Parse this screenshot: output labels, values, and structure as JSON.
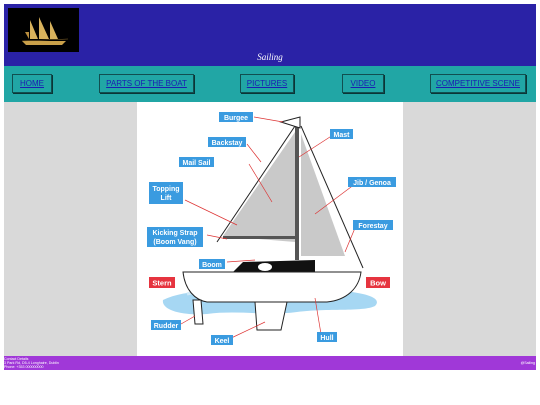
{
  "header": {
    "title": "Sailing"
  },
  "nav": {
    "items": [
      "HOME",
      "PARTS OF THE BOAT",
      "PICTURES",
      "VIDEO",
      "COMPETITIVE SCENE"
    ]
  },
  "diagram": {
    "labels": {
      "burgee": "Burgee",
      "mast": "Mast",
      "backstay": "Backstay",
      "mainsail": "Mail Sail",
      "jib_line1": "Jib / Genoa",
      "topping_line1": "Topping",
      "topping_line2": "Lift",
      "forestay": "Forestay",
      "kicking_line1": "Kicking Strap",
      "kicking_line2": "(Boom Vang)",
      "boom": "Boom",
      "stern": "Stern",
      "bow": "Bow",
      "rudder": "Rudder",
      "keel": "Keel",
      "hull": "Hull"
    },
    "colors": {
      "label_bg": "#3a9be0",
      "red_label_bg": "#e6343f",
      "sail": "#c9c9c9",
      "water": "#a6d7f3"
    }
  },
  "footer": {
    "contact_title": "Contact Details",
    "address": "3 Park Rd, D5-4 Longhaire, Dublin",
    "phone": "Phone: +353 000000000",
    "handle": "@Sailing"
  }
}
